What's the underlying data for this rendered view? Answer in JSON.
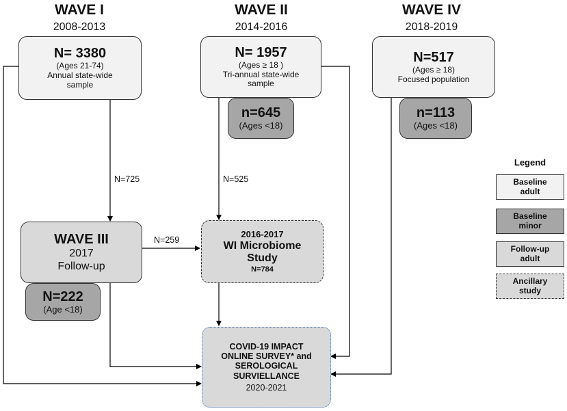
{
  "waves": {
    "wave1": {
      "title": "WAVE I",
      "years": "2008-2013",
      "n": "N= 3380",
      "ages": "(Ages 21-74)",
      "desc": "Annual state-wide sample"
    },
    "wave2": {
      "title": "WAVE II",
      "years": "2014-2016",
      "n": "N= 1957",
      "ages": "(Ages ≥ 18 )",
      "desc": "Tri-annual state-wide sample"
    },
    "wave4": {
      "title": "WAVE IV",
      "years": "2018-2019",
      "n": "N=517",
      "ages": "(Ages ≥ 18)",
      "desc": "Focused population"
    }
  },
  "minors": {
    "wave2": {
      "n": "n=645",
      "ages": "(Ages <18)"
    },
    "wave4": {
      "n": "n=113",
      "ages": "(Ages <18)"
    },
    "wave3": {
      "n": "N=222",
      "ages": "(Age <18)"
    }
  },
  "wave3": {
    "title": "WAVE III",
    "year": "2017",
    "desc": "Follow-up"
  },
  "microbiome": {
    "years": "2016-2017",
    "title": "WI Microbiome Study",
    "n": "N=784"
  },
  "covid": {
    "line1": "COVID-19 IMPACT",
    "line2": "ONLINE SURVEY* and",
    "line3": "SEROLOGICAL",
    "line4": "SURVIELLANCE",
    "years": "2020-2021"
  },
  "flows": {
    "w1_to_w3": "N=725",
    "w2_to_micro": "N=525",
    "w3_to_micro": "N=259"
  },
  "legend": {
    "title": "Legend",
    "items": [
      {
        "label": "Baseline adult",
        "color": "#f2f2f2"
      },
      {
        "label": "Baseline minor",
        "color": "#a6a6a6"
      },
      {
        "label": "Follow-up adult",
        "color": "#d9d9d9"
      },
      {
        "label": "Ancillary study",
        "color": "#d9d9d9"
      }
    ]
  }
}
